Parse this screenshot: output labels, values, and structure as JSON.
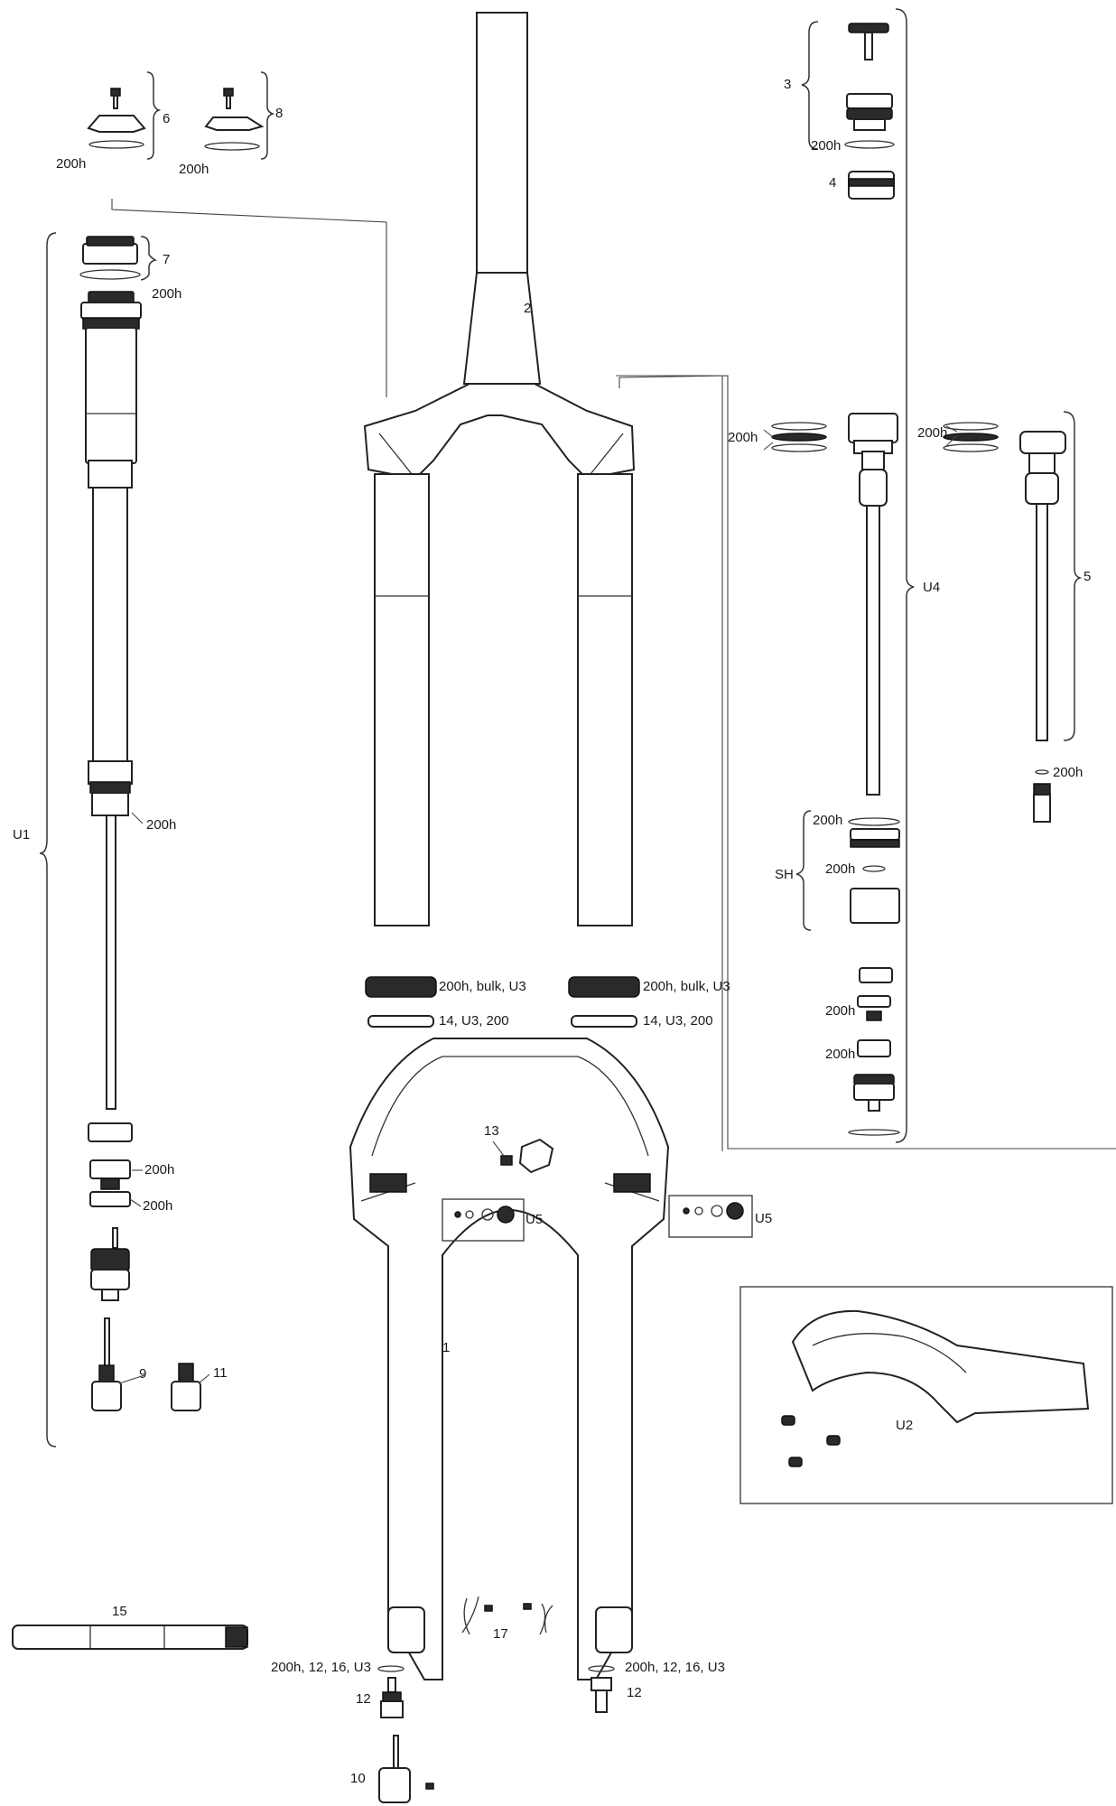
{
  "labels": {
    "l1": "1",
    "l2": "2",
    "l3": "3",
    "l4": "4",
    "l5": "5",
    "l6": "6",
    "l7": "7",
    "l8": "8",
    "l9": "9",
    "l10": "10",
    "l11": "11",
    "l12a": "12",
    "l12b": "12",
    "l13": "13",
    "l14a": "14, U3, 200",
    "l14b": "14, U3, 200",
    "l15": "15",
    "l17": "17",
    "u1": "U1",
    "u2": "U2",
    "u4": "U4",
    "u5a": "U5",
    "u5b": "U5",
    "sh": "SH",
    "h6": "200h",
    "h8": "200h",
    "h7": "200h",
    "h3": "200h",
    "h_left_seals": "200h",
    "h_right_seals": "200h",
    "h_air": "200h",
    "h_u1_mid": "200h",
    "h_u1_b1": "200h",
    "h_u1_b2": "200h",
    "h_sh1": "200h",
    "h_sh2": "200h",
    "h_lower1": "200h",
    "h_lower2": "200h",
    "bulk_left": "200h, bulk, U3",
    "bulk_right": "200h, bulk, U3",
    "dropout_left": "200h, 12, 16, U3",
    "dropout_right": "200h, 12, 16, U3"
  }
}
